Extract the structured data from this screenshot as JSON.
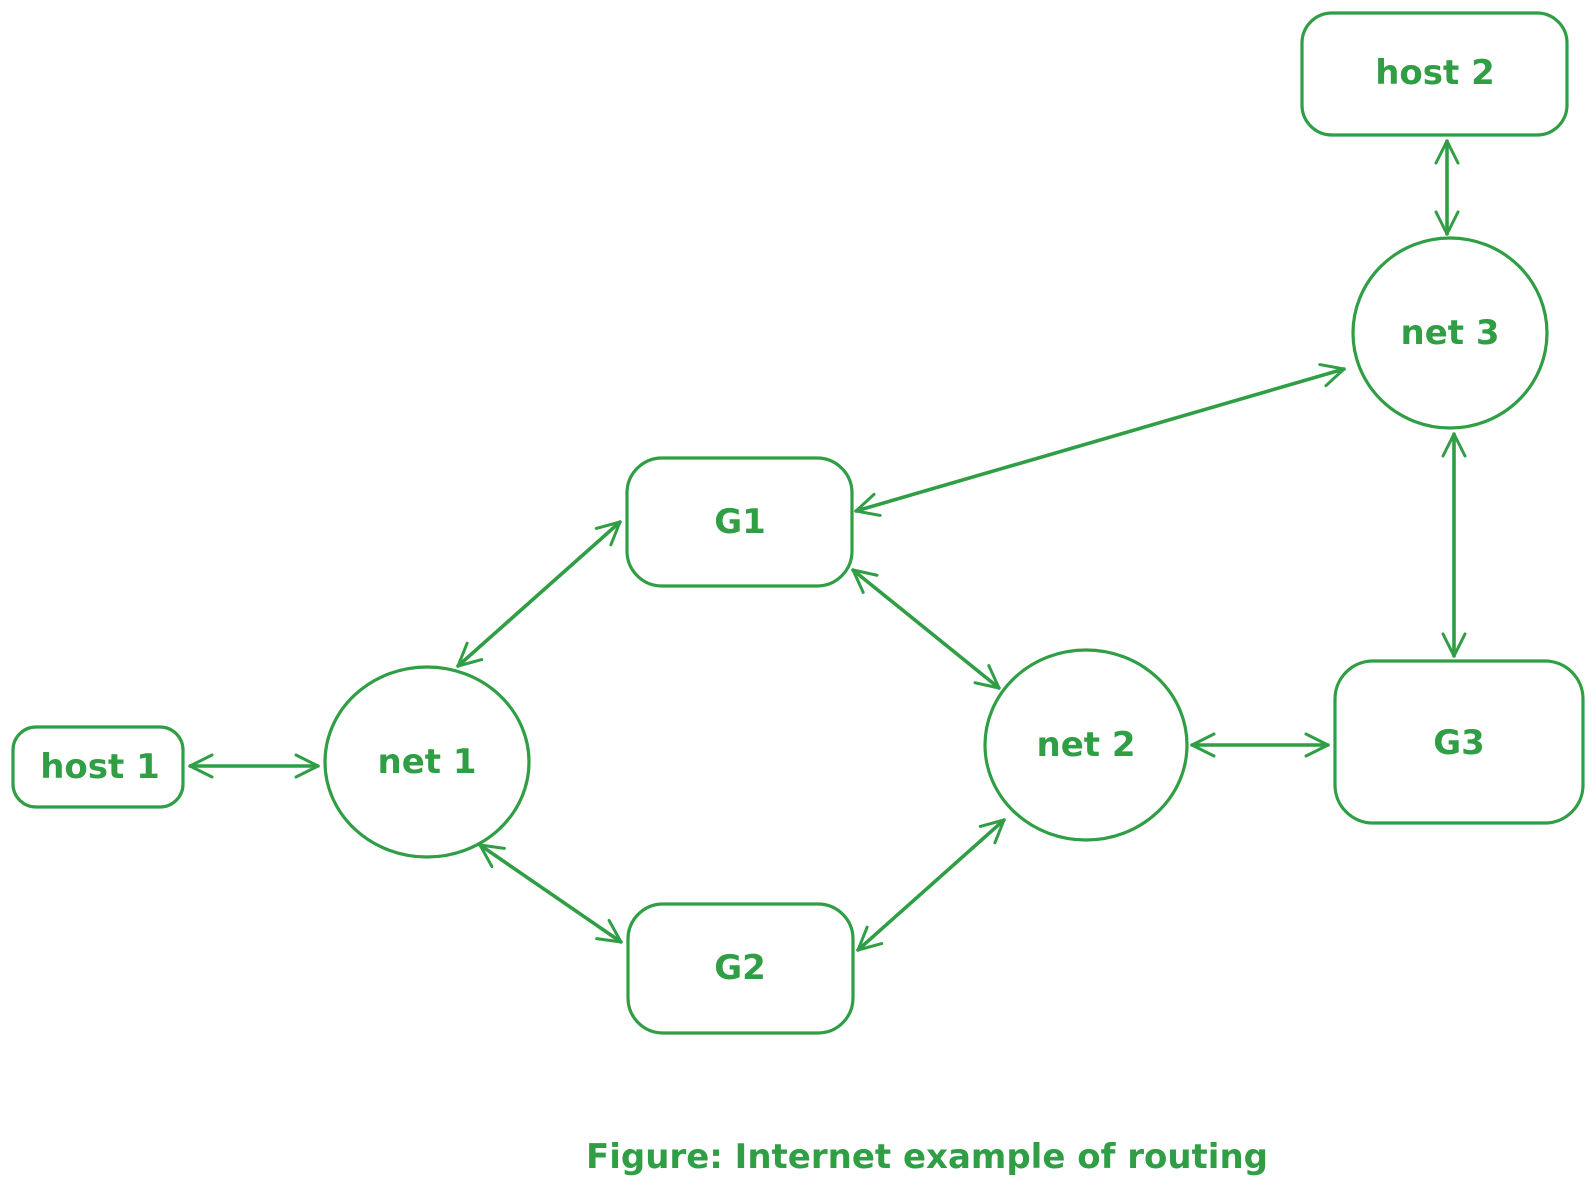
{
  "figure": {
    "caption": "Figure: Internet example of routing"
  },
  "style": {
    "stroke_color": "#2f9e44",
    "background_color": "#ffffff"
  },
  "nodes": {
    "host1": {
      "label": "host 1",
      "shape": "rounded-rectangle"
    },
    "net1": {
      "label": "net 1",
      "shape": "circle"
    },
    "g1": {
      "label": "G1",
      "shape": "rounded-rectangle"
    },
    "g2": {
      "label": "G2",
      "shape": "rounded-rectangle"
    },
    "net2": {
      "label": "net 2",
      "shape": "circle"
    },
    "g3": {
      "label": "G3",
      "shape": "rounded-rectangle"
    },
    "net3": {
      "label": "net 3",
      "shape": "circle"
    },
    "host2": {
      "label": "host 2",
      "shape": "rounded-rectangle"
    }
  },
  "edges": [
    {
      "from": "host 1",
      "to": "net 1",
      "type": "bidirectional-arrow"
    },
    {
      "from": "net 1",
      "to": "G1",
      "type": "bidirectional-arrow"
    },
    {
      "from": "net 1",
      "to": "G2",
      "type": "bidirectional-arrow"
    },
    {
      "from": "G1",
      "to": "net 2",
      "type": "bidirectional-arrow"
    },
    {
      "from": "G2",
      "to": "net 2",
      "type": "bidirectional-arrow"
    },
    {
      "from": "G1",
      "to": "net 3",
      "type": "bidirectional-arrow"
    },
    {
      "from": "net 2",
      "to": "G3",
      "type": "bidirectional-arrow"
    },
    {
      "from": "G3",
      "to": "net 3",
      "type": "bidirectional-arrow"
    },
    {
      "from": "net 3",
      "to": "host 2",
      "type": "bidirectional-arrow"
    }
  ]
}
